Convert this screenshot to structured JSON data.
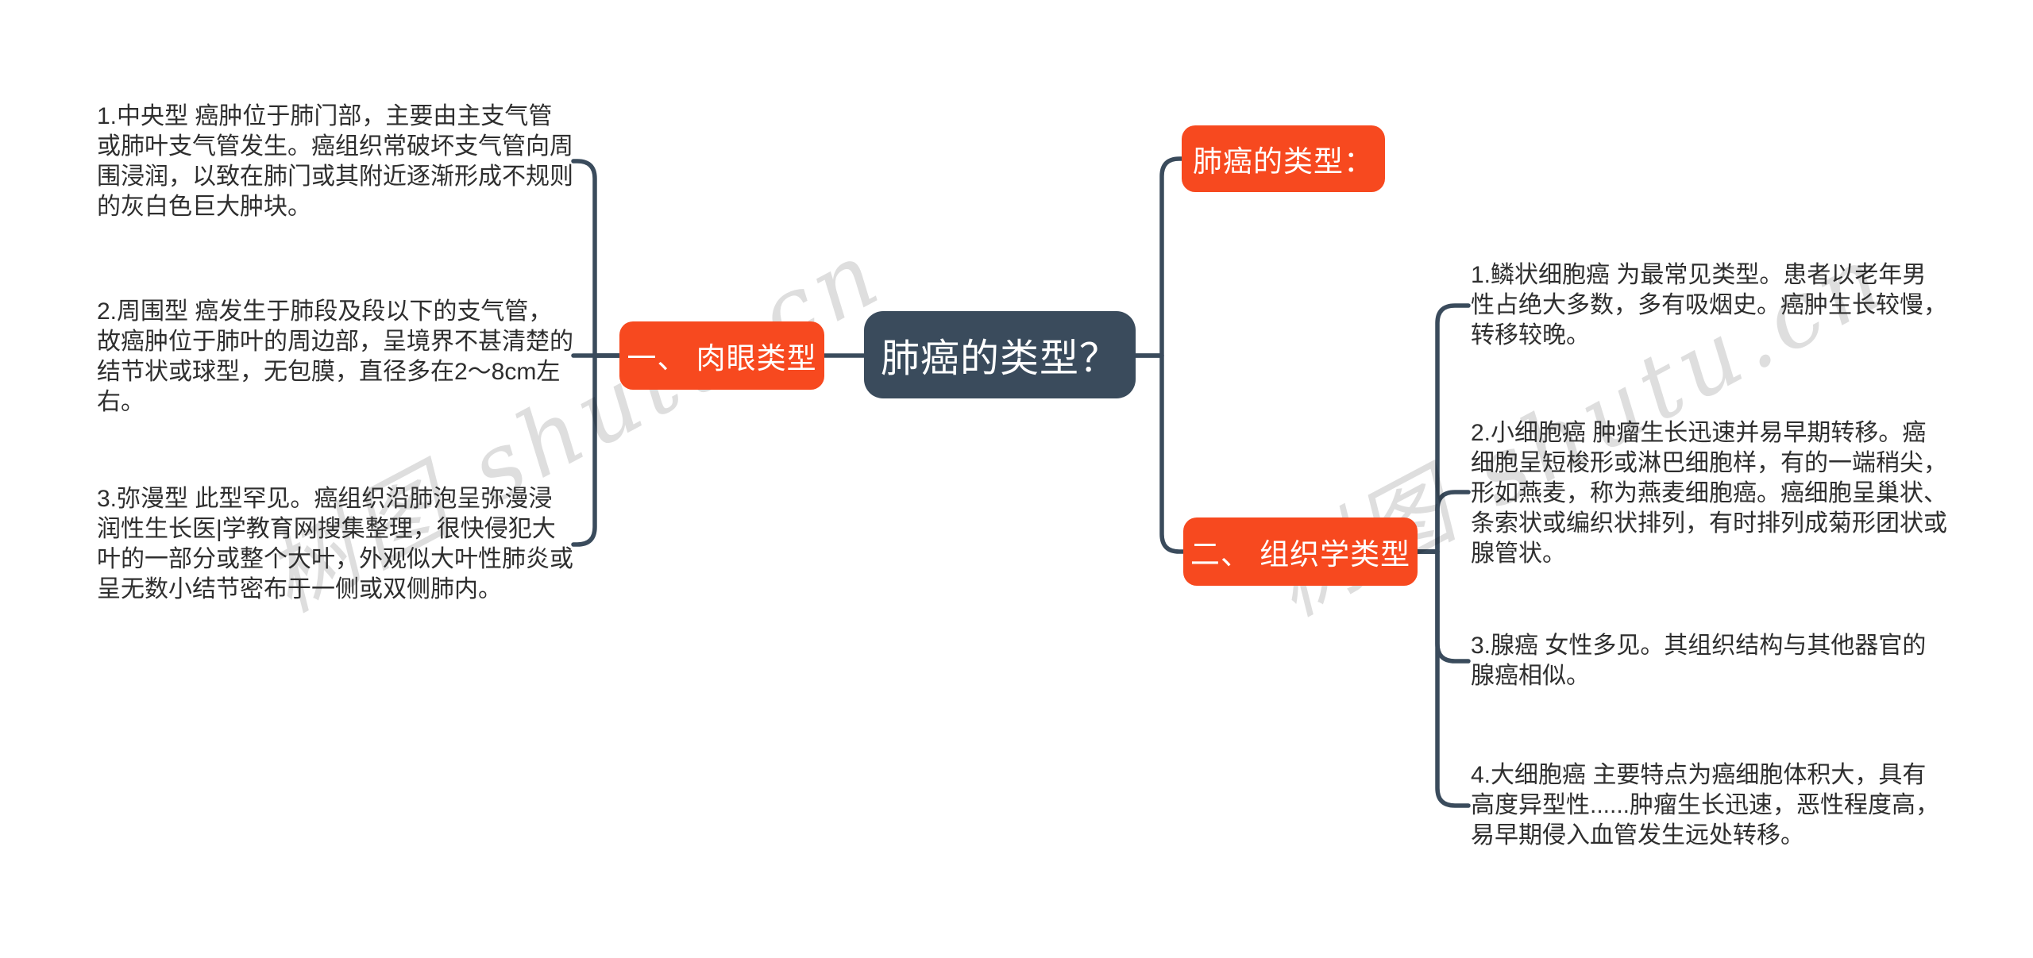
{
  "colors": {
    "accent_orange": "#f7491f",
    "node_dark": "#3a4b5c",
    "line": "#3a4b5c",
    "text": "#2e2e2e",
    "watermark": "rgba(0,0,0,0.13)",
    "background": "#ffffff"
  },
  "watermark": {
    "text": "树图 shutu.cn"
  },
  "mindmap": {
    "root": {
      "label": "肺癌的类型？"
    },
    "left": {
      "label": "一、 肉眼类型",
      "children": [
        "1.中央型 癌肿位于肺门部，主要由主支气管\n或肺叶支气管发生。癌组织常破坏支气管向周\n围浸润，以致在肺门或其附近逐渐形成不规则\n的灰白色巨大肿块。",
        "2.周围型 癌发生于肺段及段以下的支气管，\n故癌肿位于肺叶的周边部，呈境界不甚清楚的\n结节状或球型，无包膜，直径多在2～8cm左\n右。",
        "3.弥漫型 此型罕见。癌组织沿肺泡呈弥漫浸\n润性生长医|学教育网搜集整理，很快侵犯大\n叶的一部分或整个大叶，外观似大叶性肺炎或\n呈无数小结节密布于一侧或双侧肺内。"
      ]
    },
    "right_top": {
      "label": "肺癌的类型："
    },
    "right_bottom": {
      "label": "二、 组织学类型",
      "children": [
        "1.鳞状细胞癌 为最常见类型。患者以老年男\n性占绝大多数，多有吸烟史。癌肿生长较慢，\n转移较晚。",
        "2.小细胞癌 肿瘤生长迅速并易早期转移。癌\n细胞呈短梭形或淋巴细胞样，有的一端稍尖，\n形如燕麦，称为燕麦细胞癌。癌细胞呈巢状、\n条索状或编织状排列，有时排列成菊形团状或\n腺管状。",
        "3.腺癌 女性多见。其组织结构与其他器官的\n腺癌相似。",
        "4.大细胞癌 主要特点为癌细胞体积大，具有\n高度异型性......肿瘤生长迅速，恶性程度高，\n易早期侵入血管发生远处转移。"
      ]
    }
  }
}
